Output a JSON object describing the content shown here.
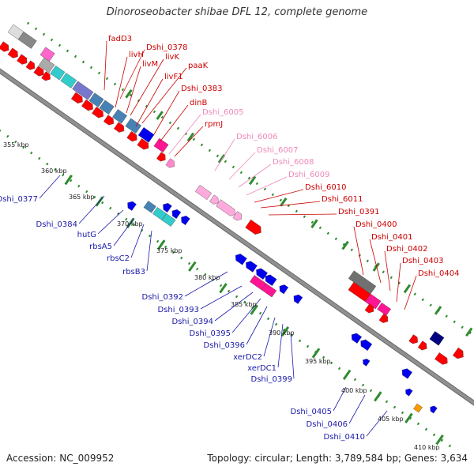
{
  "title": "Dinoroseobacter shibae DFL 12, complete genome",
  "footer": {
    "accession": "Accession: NC_009952",
    "summary": "Topology: circular; Length: 3,789,584 bp; Genes: 3,634"
  },
  "colors": {
    "backbone": "#909090",
    "tick": "#2e8b2e",
    "forward_label": "#cc0000",
    "forward_label_light": "#ee88bb",
    "reverse_label": "#1a1aaa"
  },
  "kbp_ticks": [
    "355 kbp",
    "360 kbp",
    "365 kbp",
    "370 kbp",
    "375 kbp",
    "380 kbp",
    "385 kbp",
    "390 kbp",
    "395 kbp",
    "400 kbp",
    "405 kbp",
    "410 kbp"
  ],
  "upper_labels": [
    "fadD3",
    "Dshi_0378",
    "livH",
    "livK",
    "livM",
    "paaK",
    "livF1",
    "Dshi_0383",
    "dinB",
    "Dshi_6005",
    "rpmJ",
    "Dshi_6006",
    "Dshi_6007",
    "Dshi_6008",
    "Dshi_6009",
    "Dshi_6010",
    "Dshi_6011",
    "Dshi_0391",
    "Dshi_0400",
    "Dshi_0401",
    "Dshi_0402",
    "Dshi_0403",
    "Dshi_0404"
  ],
  "lower_labels": [
    "Dshi_0377",
    "Dshi_0384",
    "hutG",
    "rbsA5",
    "rbsC2",
    "rbsB3",
    "Dshi_0392",
    "Dshi_0393",
    "Dshi_0394",
    "Dshi_0395",
    "Dshi_0396",
    "xerDC2",
    "xerDC1",
    "Dshi_0399",
    "Dshi_0405",
    "Dshi_0406",
    "Dshi_0410"
  ]
}
